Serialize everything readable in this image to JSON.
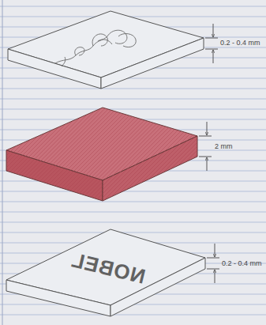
{
  "diagram": {
    "labels": [
      "0.2 - 0.4 mm",
      "2 mm",
      "NOBEL",
      "0.2 - 0.4 mm"
    ]
  }
}
